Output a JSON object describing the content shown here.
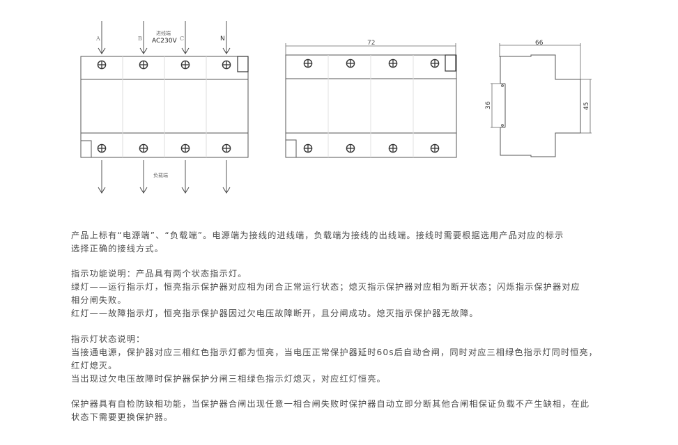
{
  "diagram": {
    "wiring_view": {
      "input_phase_labels": [
        "A",
        "B",
        "C",
        "N"
      ],
      "input_label": "进线端",
      "input_voltage": "AC230V",
      "output_label": "负载端"
    },
    "front_view": {
      "width_dimension": "72"
    },
    "side_view": {
      "depth_dimension": "66",
      "rail_dimension": "36",
      "front_height_dimension": "45"
    }
  },
  "text": {
    "para1_line1": "产品上标有“电源端”、“负载端”。电源端为接线的进线端，负载端为接线的出线端。接线时需要根据选用产品对应的标示",
    "para1_line2": "选择正确的接线方式。",
    "para2_line1": "指示功能说明：产品具有两个状态指示灯。",
    "para2_line2": "绿灯——运行指示灯，恒亮指示保护器对应相为闭合正常运行状态；熄灭指示保护器对应相为断开状态；闪烁指示保护器对应",
    "para2_line3": "相分闸失败。",
    "para2_line4": "红灯——故障指示灯，恒亮指示保护器因过欠电压故障断开，且分闸成功。熄灭指示保护器无故障。",
    "para3_line1": "指示灯状态说明：",
    "para3_line2": "当接通电源，保护器对应三相红色指示灯都为恒亮，当电压正常保护器延时60s后自动合闸，同时对应三相绿色指示灯同时恒亮，",
    "para3_line3": "红灯熄灭。",
    "para3_line4": "当出现过欠电压故障时保护器保护分闸三相绿色指示灯熄灭，对应红灯恒亮。",
    "para4_line1": "保护器具有自检防缺相功能，当保护器合闸出现任意一相合闸失败时保护器自动立即分断其他合闸相保证负载不产生缺相，在此",
    "para4_line2": "状态下需要更换保护器。"
  }
}
